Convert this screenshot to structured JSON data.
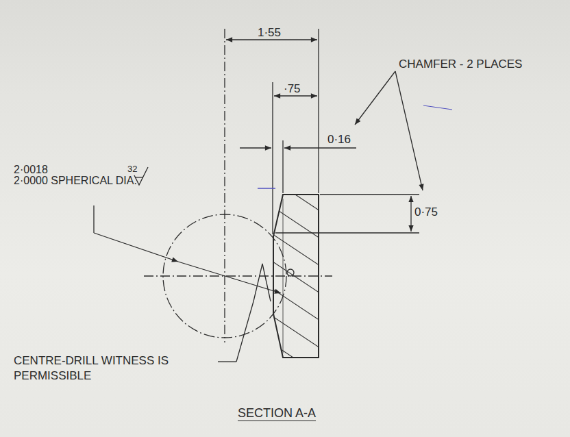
{
  "diagram": {
    "caption": "SECTION A-A",
    "labels": [
      "1·55",
      "·75",
      "0·16",
      "CHAMFER - 2 PLACES",
      "0·75",
      "2·0018",
      "2·0000 SPHERICAL DIA.",
      "32",
      "CENTRE-DRILL WITNESS IS PERMISSIBLE"
    ]
  }
}
